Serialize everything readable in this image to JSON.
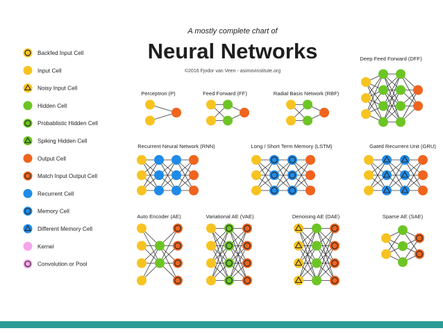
{
  "header": {
    "subtitle": "A mostly complete chart of",
    "title": "Neural Networks",
    "credit": "©2016 Fjodor van Veen - asimovinstitute.org"
  },
  "colors": {
    "yellow": "#F7C321",
    "green": "#6CC524",
    "orange": "#F0641E",
    "blue": "#1F8BE8",
    "pink": "#F7A5EA",
    "ring": "#2B2B2B",
    "edge": "#333333",
    "footer": "#2A9C95"
  },
  "legend": [
    {
      "label": "Backfed Input Cell",
      "fill": "yellow",
      "mark": "ring"
    },
    {
      "label": "Input Cell",
      "fill": "yellow",
      "mark": "none"
    },
    {
      "label": "Noisy Input Cell",
      "fill": "yellow",
      "mark": "triangle"
    },
    {
      "label": "Hidden Cell",
      "fill": "green",
      "mark": "none"
    },
    {
      "label": "Probablistic Hidden Cell",
      "fill": "green",
      "mark": "ring"
    },
    {
      "label": "Spiking Hidden Cell",
      "fill": "green",
      "mark": "triangle"
    },
    {
      "label": "Output Cell",
      "fill": "orange",
      "mark": "none"
    },
    {
      "label": "Match Input Output Cell",
      "fill": "orange",
      "mark": "ring"
    },
    {
      "label": "Recurrent Cell",
      "fill": "blue",
      "mark": "none"
    },
    {
      "label": "Memory Cell",
      "fill": "blue",
      "mark": "ring"
    },
    {
      "label": "Different Memory Cell",
      "fill": "blue",
      "mark": "triangle"
    },
    {
      "label": "Kernel",
      "fill": "pink",
      "mark": "none"
    },
    {
      "label": "Convolution or Pool",
      "fill": "pink",
      "mark": "ring"
    }
  ],
  "networks": [
    {
      "id": "p",
      "title": "Perceptron (P)",
      "layers": [
        {
          "n": 2,
          "fill": "yellow",
          "mark": "none"
        },
        {
          "n": 1,
          "fill": "orange",
          "mark": "none"
        }
      ],
      "dense": true
    },
    {
      "id": "ff",
      "title": "Feed Forward (FF)",
      "layers": [
        {
          "n": 2,
          "fill": "yellow",
          "mark": "none"
        },
        {
          "n": 2,
          "fill": "green",
          "mark": "none"
        },
        {
          "n": 1,
          "fill": "orange",
          "mark": "none"
        }
      ],
      "dense": true
    },
    {
      "id": "rbf",
      "title": "Radial Basis Network (RBF)",
      "layers": [
        {
          "n": 2,
          "fill": "yellow",
          "mark": "none"
        },
        {
          "n": 2,
          "fill": "green",
          "mark": "none"
        },
        {
          "n": 1,
          "fill": "orange",
          "mark": "none"
        }
      ],
      "dense": true
    },
    {
      "id": "dff",
      "title": "Deep Feed Forward (DFF)",
      "layers": [
        {
          "n": 3,
          "fill": "yellow",
          "mark": "none"
        },
        {
          "n": 4,
          "fill": "green",
          "mark": "none"
        },
        {
          "n": 4,
          "fill": "green",
          "mark": "none"
        },
        {
          "n": 2,
          "fill": "orange",
          "mark": "none"
        }
      ],
      "dense": true
    },
    {
      "id": "rnn",
      "title": "Recurrent Neural Network (RNN)",
      "layers": [
        {
          "n": 3,
          "fill": "yellow",
          "mark": "none"
        },
        {
          "n": 3,
          "fill": "blue",
          "mark": "none"
        },
        {
          "n": 3,
          "fill": "blue",
          "mark": "none"
        },
        {
          "n": 3,
          "fill": "orange",
          "mark": "none"
        }
      ],
      "dense": true
    },
    {
      "id": "lstm",
      "title": "Long / Short Term Memory (LSTM)",
      "layers": [
        {
          "n": 3,
          "fill": "yellow",
          "mark": "none"
        },
        {
          "n": 3,
          "fill": "blue",
          "mark": "ring"
        },
        {
          "n": 3,
          "fill": "blue",
          "mark": "ring"
        },
        {
          "n": 3,
          "fill": "orange",
          "mark": "none"
        }
      ],
      "dense": true
    },
    {
      "id": "gru",
      "title": "Gated Recurrent Unit (GRU)",
      "layers": [
        {
          "n": 3,
          "fill": "yellow",
          "mark": "none"
        },
        {
          "n": 3,
          "fill": "blue",
          "mark": "triangle"
        },
        {
          "n": 3,
          "fill": "blue",
          "mark": "triangle"
        },
        {
          "n": 3,
          "fill": "orange",
          "mark": "none"
        }
      ],
      "dense": true
    },
    {
      "id": "ae",
      "title": "Auto Encoder (AE)",
      "layers": [
        {
          "n": 4,
          "fill": "yellow",
          "mark": "none"
        },
        {
          "n": 2,
          "fill": "green",
          "mark": "none"
        },
        {
          "n": 4,
          "fill": "orange",
          "mark": "ring"
        }
      ],
      "dense": true
    },
    {
      "id": "vae",
      "title": "Variational AE (VAE)",
      "layers": [
        {
          "n": 4,
          "fill": "yellow",
          "mark": "none"
        },
        {
          "n": 4,
          "fill": "green",
          "mark": "ring"
        },
        {
          "n": 4,
          "fill": "orange",
          "mark": "ring"
        }
      ],
      "dense": true
    },
    {
      "id": "dae",
      "title": "Denoising AE (DAE)",
      "layers": [
        {
          "n": 4,
          "fill": "yellow",
          "mark": "triangle"
        },
        {
          "n": 4,
          "fill": "green",
          "mark": "none"
        },
        {
          "n": 4,
          "fill": "orange",
          "mark": "ring"
        }
      ],
      "dense": true
    },
    {
      "id": "sae",
      "title": "Sparse AE (SAE)",
      "layers": [
        {
          "n": 2,
          "fill": "yellow",
          "mark": "none"
        },
        {
          "n": 3,
          "fill": "green",
          "mark": "none"
        },
        {
          "n": 2,
          "fill": "orange",
          "mark": "ring"
        }
      ],
      "dense": true
    }
  ]
}
